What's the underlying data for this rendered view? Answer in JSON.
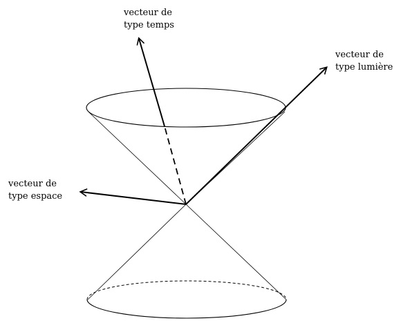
{
  "labels": {
    "time_vector": [
      "vecteur de",
      "type temps"
    ],
    "light_vector": [
      "vecteur de",
      "type lumière"
    ],
    "space_vector": [
      "vecteur de",
      "type espace"
    ]
  },
  "style": {
    "stroke": "#000000",
    "background": "#ffffff"
  }
}
